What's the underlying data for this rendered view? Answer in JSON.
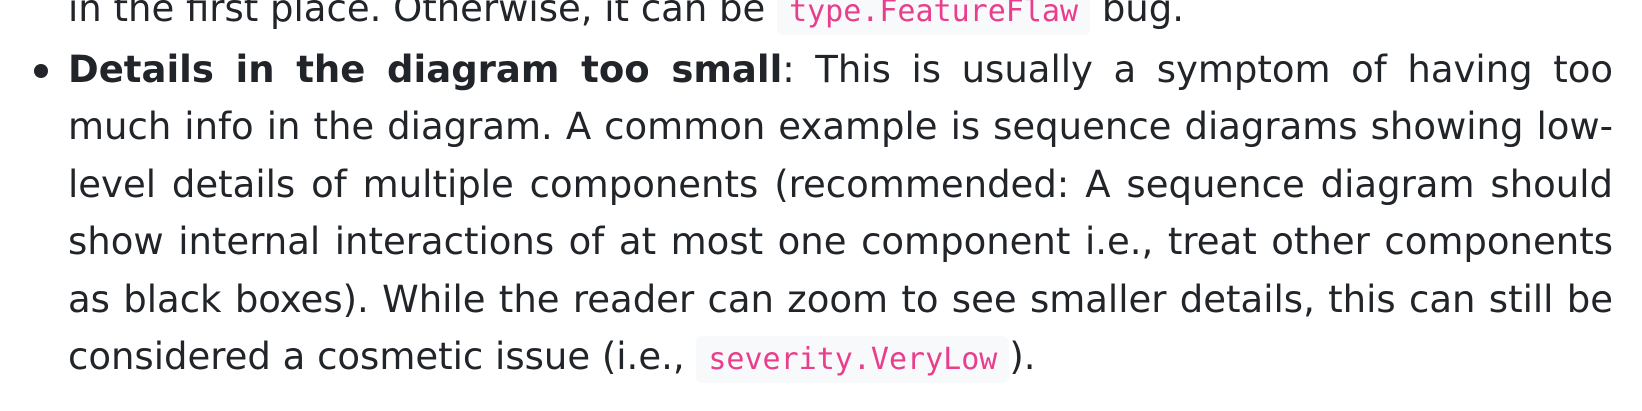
{
  "previous_item": {
    "text_before": "in the first place. Otherwise, it can be",
    "code": "type.FeatureFlaw",
    "text_after": "bug."
  },
  "item": {
    "title": "Details in the diagram too small",
    "text_1": ": This is usually a symptom of having too much info in the diagram. A common example is sequence diagrams showing low-level details of multiple components (recommended: A sequence diagram should show internal interactions of at most one component i.e., treat other components as black boxes).",
    "text_2": "While the reader can zoom to see smaller details, this can still be considered a cosmetic issue (i.e.,",
    "code": "severity.VeryLow",
    "text_3": ")."
  }
}
